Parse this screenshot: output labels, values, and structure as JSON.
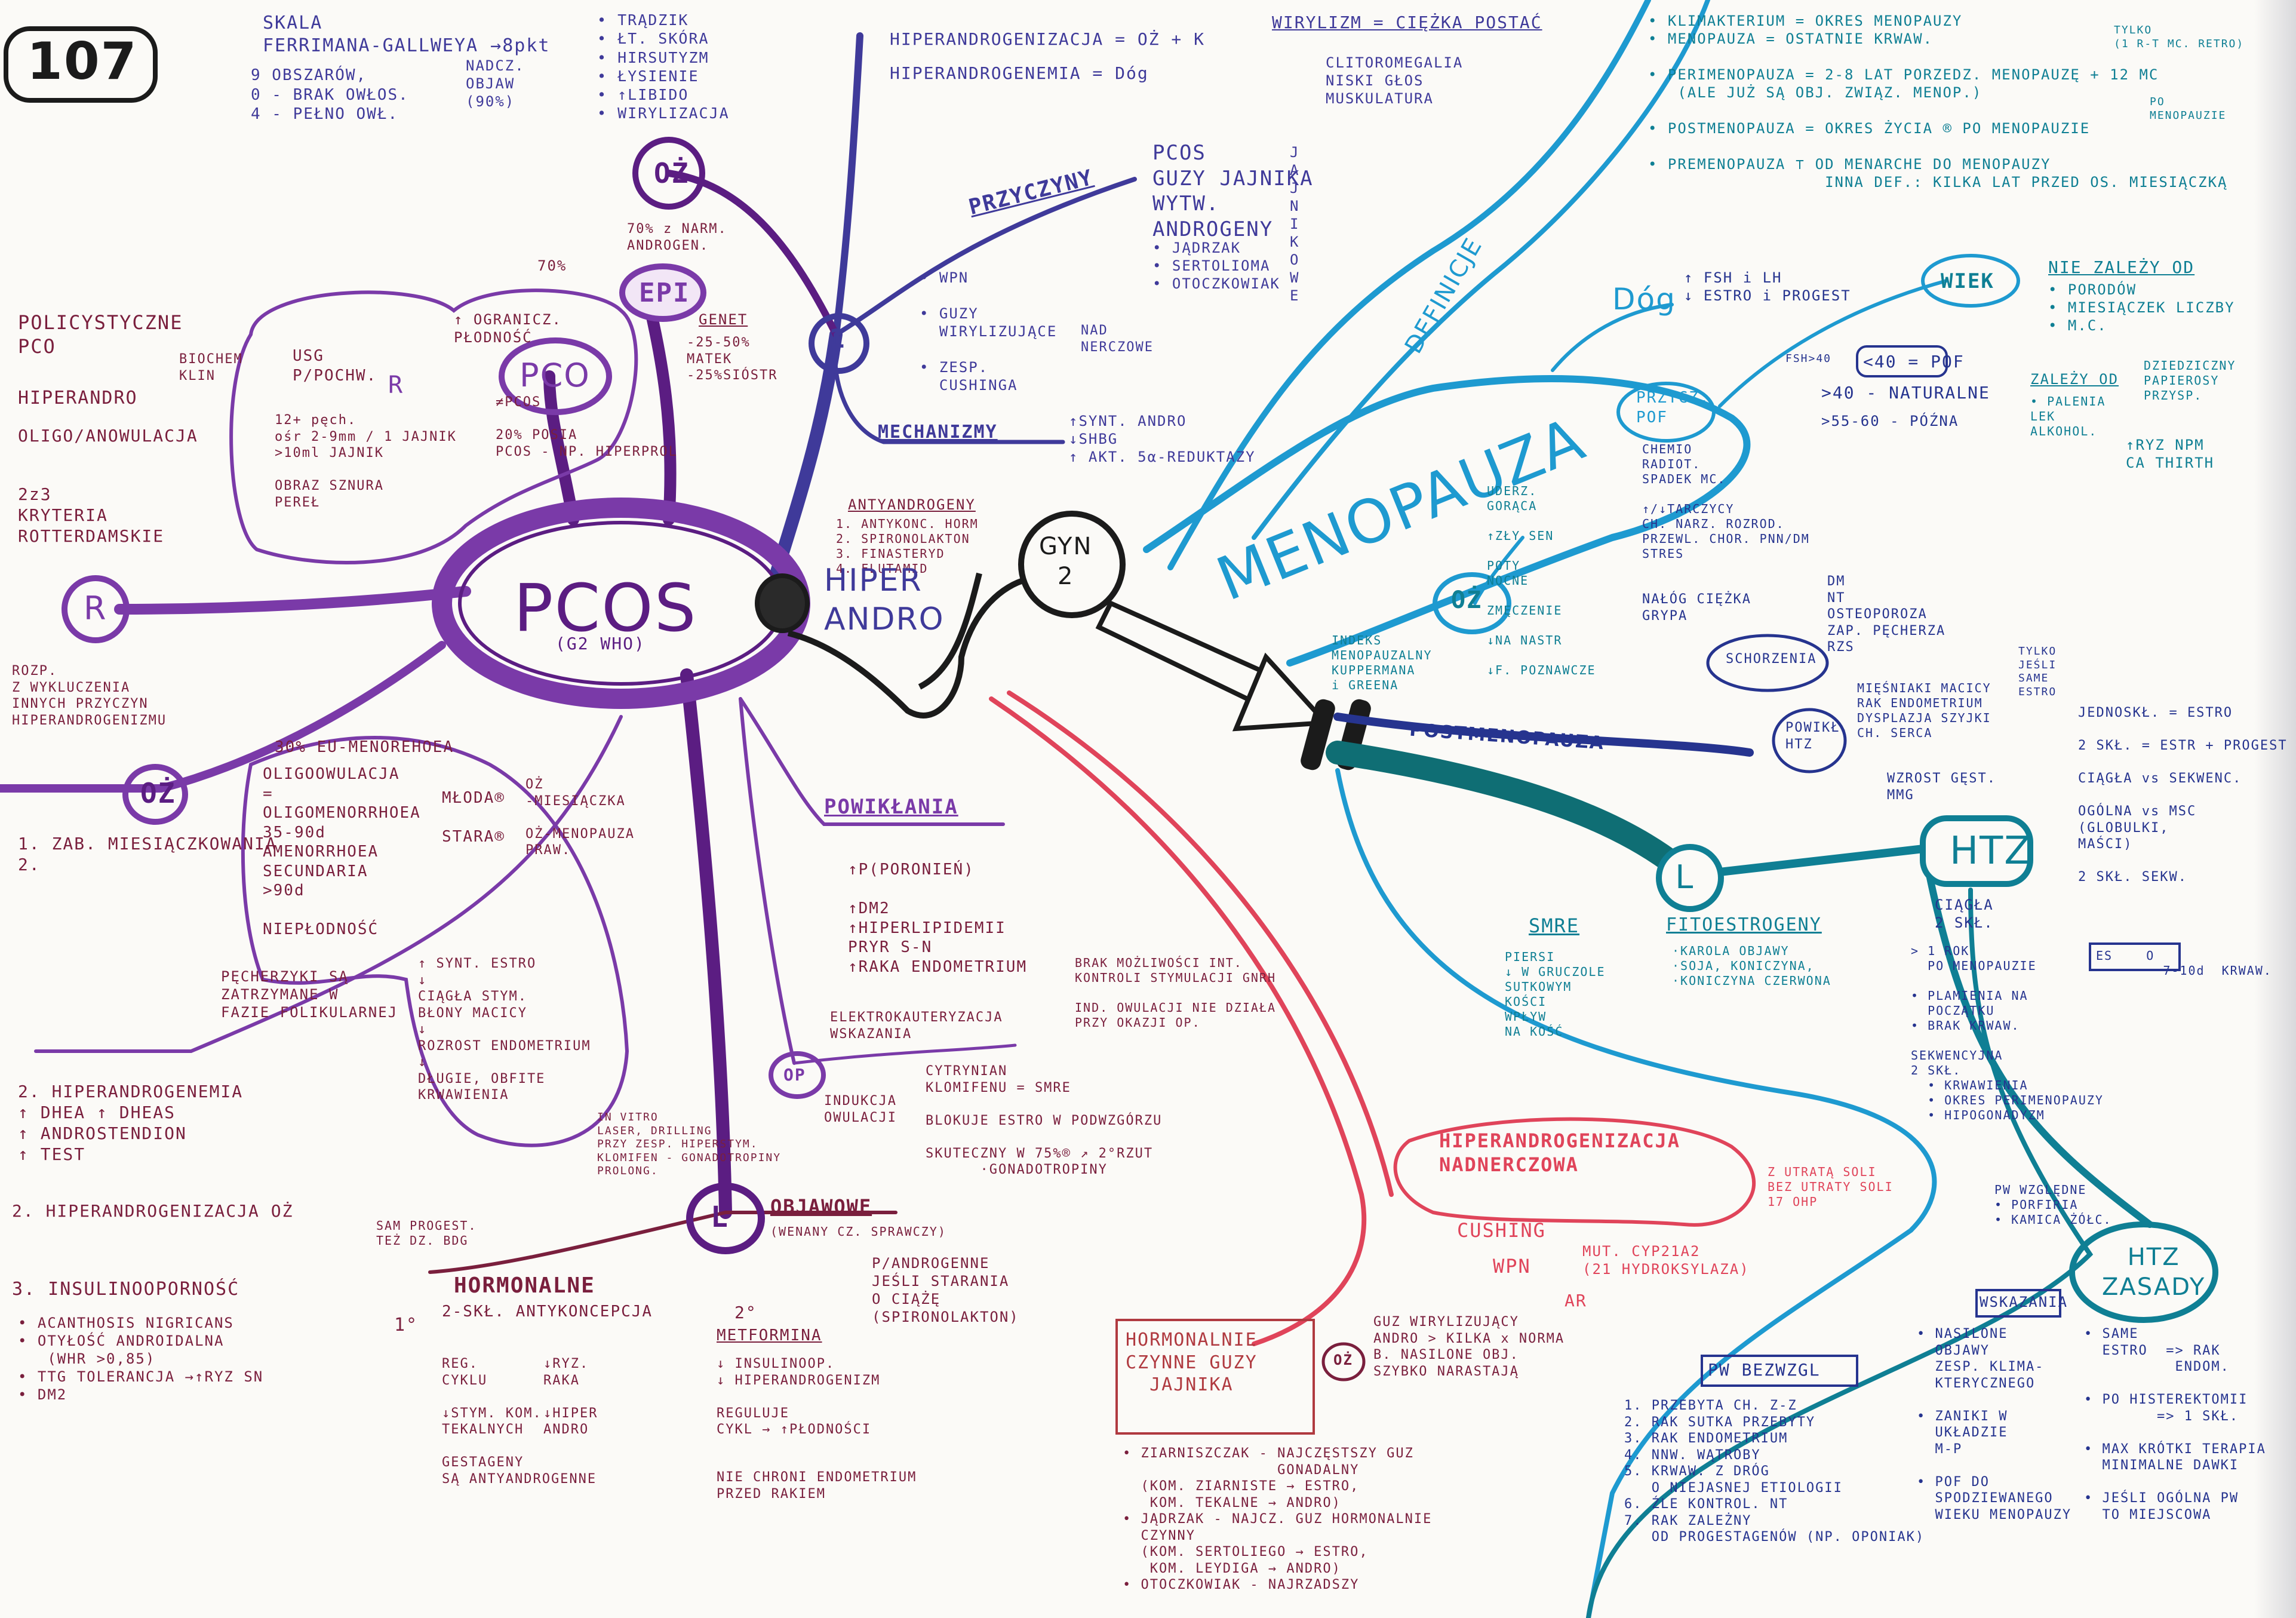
{
  "page_number": "107",
  "hubs": {
    "pcos": "PCOS",
    "pcos_sub": "(G2 WHO)",
    "hiperandro": "HIPER\nANDRO",
    "gyn": "GYN\n2",
    "menopauza": "MENOPAUZA",
    "definicje": "DEFINICJE",
    "postmenopauza": "POSTMENOPAUZA",
    "htz": "HTZ"
  },
  "scale": {
    "title": "SKALA\nFERRIMANA-GALLWEYA →8pkt",
    "lines": "9 OBSZARÓW,\n0 - BRAK OWŁOS.\n4 - PEŁNO OWŁ."
  },
  "nadczobjaw": "NADCZ.\nOBJAW\n(90%)",
  "symptoms_top": "• TRĄDZIK\n• ŁT. SKÓRA\n• HIRSUTYZM\n• ŁYSIENIE\n• ↑LIBIDO\n• WIRYLIZACJA",
  "circles": {
    "oz_top": "OŻ",
    "epi": "EPI",
    "r_left": "R",
    "pco": "PCO",
    "oz_left": "OŻ",
    "l_bottom": "L",
    "op": "OP",
    "r_small": "R",
    "one": "1",
    "l_right": "L",
    "oz_meno": "OŻ",
    "oz_guzy": "OŻ"
  },
  "epi_notes": {
    "rozne": "70% z NARM.\nANDROGEN.",
    "k": "70%",
    "genet": "GENET",
    "genet_list": "-25-50%\nMATEK\n-25%SIÓSTR"
  },
  "pcos_left": {
    "policystyczne": "POLICYSTYCZNE\nPCO",
    "hiperandro": "HIPERANDRO",
    "biochem": "BIOCHEM\nKLIN",
    "oligo": "OLIGO/ANOWULACJA",
    "kryteria": "2z3\nKRYTERIA\nROTTERDAMSKIE",
    "usg": "USG\nP/POCHW.",
    "usg_list": "12+ pęch.\nośr 2-9mm / 1 JAJNIK\n>10ml JAJNIK\n\nOBRAZ SZNURA\nPEREŁ",
    "ogranicz": "↑ OGRANICZ.\nPŁODNOŚĆ",
    "jajnik": "JAJNIK",
    "pcos_note": "≠PCOS\n\n20% POSIA\nPCOS - NP. HIPERPROL",
    "rozp": "ROZP.\nZ WYKLUCZENIA\nINNYCH PRZYCZYN\nHIPERANDROGENIZMU"
  },
  "oz_left_block": {
    "heading": "30% EU-MENOREHOEA",
    "oligo": "OLIGOOWULACJA\n=\nOLIGOMENORRHOEA\n35-90d\nAMENORRHOEA\nSECUNDARIA\n>90d",
    "niepl": "NIEPŁODNOŚĆ",
    "zab": "1. ZAB. MIESIĄCZKOWANIA\n2.",
    "mlodak": "MŁODA®\n\nSTARA®",
    "mlodak_r": "OŻ\n-MIESIĄCZKA\n\nOŻ-MENOPAUZA\nPRAW.",
    "pecherzyki": "PĘCHERZYKI SĄ\nZATRZYMANE W\nFAZIE FOLIKULARNEJ",
    "effects": "↑ SYNT. ESTRO\n↓\nCIĄGŁA STYM.\nBŁONY MACICY\n↓\nROZROST ENDOMETRIUM\n↓\nDŁUGIE, OBFITE\nKRWAWIENIA",
    "hiperandrog": "2. HIPERANDROGENEMIA\n↑ DHEA ↑ DHEAS\n↑ ANDROSTENDION\n↑ TEST",
    "hiperandrog_oz": "2. HIPERANDROGENIZACJA OŻ",
    "insulin": "3. INSULINOOPORNOŚĆ",
    "insulin_list": "• ACANTHOSIS NIGRICANS\n• OTYŁOŚĆ ANDROIDALNA\n   (WHR >0,85)\n• TTG TOLERANCJA →↑RYZ SN\n• DM2"
  },
  "hormonalne": {
    "label": "HORMONALNE",
    "top_note": "SAM PROGEST.\nTEŻ DZ. BDG",
    "in_vitro": "IN VITRO\nLASER, DRILLING\nPRZY ZESP. HIPERSTYM.\nKLOMIFEN - GONADOTROPINY\nPROLONG.",
    "first": "1°",
    "konta": "2-SKŁ. ANTYKONCEPCJA",
    "reg": "REG.\nCYKLU\n\n↓STYM. KOM.\nTEKALNYCH\n\nGESTAGENY\nSĄ ANTYANDROGENNE",
    "reg_r": "↓RYZ.\nRAKA\n\n↓HIPER\nANDRO"
  },
  "objawowe": {
    "label": "OBJAWOWE",
    "sub": "(WENANY CZ. SPRAWCZY)",
    "p_andro": "P/ANDROGENNE\nJEŚLI STARANIA\nO CIĄŻĘ\n(SPIRONOLAKTON)",
    "second": "2°",
    "metformina": "METFORMINA",
    "met_list": "↓ INSULINOOP.\n↓ HIPERANDROGENIZM\n\nREGULUJE\nCYKL → ↑PŁODNOŚCI",
    "nie": "NIE CHRONI ENDOMETRIUM\nPRZED RAKIEM"
  },
  "op_block": {
    "elektro": "ELEKTROKAUTERYZACJA\nWSKAZANIA",
    "brak": "BRAK MOŻLIWOŚCI INT.\nKONTROLI STYMULACJI GNRH\n\nIND. OWULACJI NIE DZIAŁA\nPRZY OKAZJI OP.",
    "indukcja": "INDUKCJA\nOWULACJI",
    "cytrynian": "CYTRYNIAN\nKLOMIFENU = SMRE\n\nBLOKUJE ESTRO W PODWZGÓRZU\n\nSKUTECZNY W 75%® ↗ 2°RZUT\n      ·GONADOTROPINY"
  },
  "powiklania": {
    "label": "POWIKŁANIA",
    "list": "↑P(PORONIEŃ)\n\n↑DM2\n↑HIPERLIPIDEMII\nPRYR S-N\n↑RAKA ENDOMETRIUM"
  },
  "antyandrogeny": {
    "heading": "ANTYANDROGENY",
    "list": "1. ANTYKONC. HORM\n2. SPIRONOLAKTON\n3. FINASTERYD\n4. FLUTAMID"
  },
  "przyczyny": {
    "label": "PRZYCZYNY",
    "pcos": "PCOS\nGUZY JAJNIKA\nWYTW.\nANDROGENY",
    "jajnik_list": "• JĄDRZAK\n• SERTOLIOMA\n• OTOCZKOWIAK",
    "jajnikowe": "JAJNIKOWE",
    "nad_list": "• WPN\n\n• GUZY\n  WIRYLIZUJĄCE\n\n• ZESP.\n  CUSHINGA",
    "nad": "NAD\nNERCZOWE"
  },
  "top_hiper": {
    "line1": "HIPERANDROGENIZACJA = OŻ + K",
    "wirylizm": "WIRYLIZM = CIĘŻKA POSTAĆ",
    "list": "CLITOROMEGALIA\nNISKI GŁOS\nMUSKULATURA",
    "line2": "HIPERANDROGENEMIA = Dóg"
  },
  "mechanizmy": {
    "label": "MECHANIZMY",
    "list": "↑SYNT. ANDRO\n↓SHBG\n↑ AKT. 5α-REDUKTAZY"
  },
  "definicje_list": "• KLIMAKTERIUM = OKRES MENOPAUZY\n• MENOPAUZA = OSTATNIE KRWAW.\n\n• PERIMENOPAUZA = 2-8 LAT PORZEDZ. MENOPAUZĘ + 12 MC\n   (ALE JUŻ SĄ OBJ. ZWIĄZ. MENOP.)\n\n• POSTMENOPAUZA = OKRES ŻYCIA ® PO MENOPAUZIE\n\n• PREMENOPAUZA ⊤ OD MENARCHE DO MENOPAUZY\n                  INNA DEF.: KILKA LAT PRZED OS. MIESIĄCZKĄ",
  "def_side": {
    "tylko": "TYLKO\n(1 R-T MC. RETRO)",
    "po12": "PO\nMENOPAUZIE"
  },
  "dog": {
    "label": "Dóg",
    "list": "↑ FSH i LH\n↓ ESTRO i PROGEST"
  },
  "wiek": {
    "label": "WIEK",
    "nie": "NIE ZALEŻY OD",
    "nie_list": "• PORODÓW\n• MIESIĄCZEK LICZBY\n• M.C.",
    "zalezy": "ZALEŻY OD",
    "zal_list": "• PALENIA\nLEK\nALKOHOL.",
    "przyczyny_list": "DZIEDZICZNY\nPAPIEROSY\nPRZYSP.",
    "npm": "↑RYZ NPM\nCA THIRTH"
  },
  "przycz_pof": {
    "label": "PRZYCZ.\nPOF",
    "list": "CHEMIO\nRADIOT.\nSPADEK MC.\n\n↑/↓TARCZYCY\nCH. NARZ. ROZROD.\nPRZEWL. CHOR. PNN/DM\nSTRES",
    "pof": "<40 = POF",
    "nat": ">40 - NATURALNE",
    "pozna": ">55-60 - PÓŹNA",
    "ciezka": "NAŁÓG CIĘŻKA\nGRYPA",
    "fsh": "FSH>40"
  },
  "oz_meno_list": {
    "list": "UDERZ.\nGORĄCA\n\n↑ZŁY SEN\n\nPOTY\nNOCNE\n\nZMĘCZENIE\n\n↓NA NASTR\n\n↓F. POZNAWCZE",
    "index": "INDEKS\nMENOPAUZALNY\nKUPPERMANA\ni GREENA"
  },
  "schorzenia": {
    "label": "SCHORZENIA",
    "list": "DM\nNT\nOSTEOPOROZA\nZAP. PĘCHERZA\nRZS"
  },
  "powik_htz": {
    "label": "POWIKŁ.\nHTZ",
    "list": "MIĘŚNIAKI MACICY\nRAK ENDOMETRIUM\nDYSPLAZJA SZYJKI\nCH. SERCA",
    "tylko": "TYLKO\nJEŚLI\nSAME\nESTRO"
  },
  "htz_right": {
    "list": "JEDNOSKŁ. = ESTRO\n\n2 SKŁ. = ESTR + PROGEST\n\nCIĄGŁA vs SEKWENC.\n\nOGÓLNA vs MSC\n(GLOBULKI,\nMAŚCI)\n\n2 SKŁ. SEKW.",
    "wzrost": "WZROST GĘST.\nMMG",
    "es": "ES    O\n        7-10d  KRWAW."
  },
  "htz_list": {
    "ciagla": "CIĄGŁA\n2 SKŁ.",
    "list": "> 1 ROK\n  PO MENOPAUZIE\n\n• PLAMIENIA NA\n  POCZĄTKU\n• BRAK KRWAW.\n\nSEKWENCYJNA\n2 SKŁ.\n  • KRWAWIENIA\n  • OKRES PERIMENOPAUZY\n  • HIPOGONADYZM",
    "przecie": "PW WZGLĘDNE\n• PORFIRIA\n• KAMICA ŻÓŁC."
  },
  "htz_zasady": {
    "label": "HTZ\nZASADY",
    "list": "• SAME\n  ESTRO  => RAK\n          ENDOM.\n\n• PO HISTEREKTOMII\n        => 1 SKŁ.\n\n• MAX KRÓTKI TERAPIA\n  MINIMALNE DAWKI\n\n• JEŚLI OGÓLNA PW\n  TO MIEJSCOWA"
  },
  "wskazania": {
    "label": "WSKAZANIA",
    "list": "• NASILONE\n  OBJAWY\n  ZESP. KLIMA-\n  KTERYCZNEGO\n\n• ZANIKI W\n  UKŁADZIE\n  M-P\n\n• POF DO\n  SPODZIEWANEGO\n  WIEKU MENOPAUZY"
  },
  "pw_bezwzgl": {
    "label": "PW BEZWZGL",
    "list": "1. PRZEBYTA CH. Z-Z\n2. RAK SUTKA PRZEBYTY\n3. RAK ENDOMETRIUM\n4. NNW. WĄTROBY\n5. KRWAW. Z DRÓG\n   O NIEJASNEJ ETIOLOGII\n6. ŹLE KONTROL. NT\n7. RAK ZALEŻNY\n   OD PROGESTAGENÓW (NP. OPONIAK)"
  },
  "l_right_block": {
    "smre": "SMRE",
    "smre_list": "PIERSI\n↓ W GRUCZOLE\nSUTKOWYM\nKOŚCI\nWPŁYW\nNA KOŚĆ",
    "fito": "FITOESTROGENY",
    "fito_list": "·KAROLA OBJAWY\n·SOJA, KONICZYNA,\n·KONICZYNA CZERWONA"
  },
  "nadnerczowa": {
    "label": "HIPERANDROGENIZACJA\nNADNERCZOWA",
    "cushing": "CUSHING",
    "wpn": "WPN",
    "mut": "MUT. CYP21A2\n(21 HYDROKSYLAZA)",
    "ar": "AR",
    "right": "Z UTRATĄ SOLI\nBEZ UTRATY SOLI\n17 OHP"
  },
  "guzy": {
    "label": "HORMONALNIE\nCZYNNE GUZY\nJAJNIKA",
    "oz_list": "GUZ WIRYLIZUJĄCY\nANDRO > KILKA x NORMA\nB. NASILONE OBJ.\nSZYBKO NARASTAJĄ",
    "list": "• ZIARNISZCZAK - NAJCZĘSTSZY GUZ\n                 GONADALNY\n  (KOM. ZIARNISTE → ESTRO,\n   KOM. TEKALNE → ANDRO)\n• JĄDRZAK - NAJCZ. GUZ HORMONALNIE\n  CZYNNY\n  (KOM. SERTOLIEGO → ESTRO,\n   KOM. LEYDIGA → ANDRO)\n• OTOCZKOWIAK - NAJRZADSZY"
  },
  "colors": {
    "purple": "#5b1d82",
    "violet": "#7a3aa8",
    "indigo": "#3f3a9a",
    "wine": "#7a1f3d",
    "teal": "#0f7f94",
    "cyan": "#1e9ad0",
    "navy": "#26348f",
    "red": "#e0445a",
    "black": "#1b1b1b",
    "paper": "#fbfaf7"
  }
}
